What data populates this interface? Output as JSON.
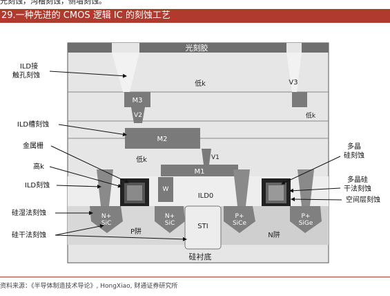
{
  "header": {
    "top_line": "光刻蚀，沟槽刻蚀，侧墙刻蚀。",
    "title": "29.一种先进的 CMOS 逻辑 IC 的刻蚀工艺"
  },
  "diagram": {
    "inner": {
      "photoresist": "光刻胶",
      "low_k_top": "低k",
      "v3": "V3",
      "low_k_right": "低k",
      "m3": "M3",
      "v2": "V2",
      "m2": "M2",
      "v1": "V1",
      "low_k_mid": "低k",
      "m1": "M1",
      "ild0": "ILD0",
      "w": "W",
      "sti": "STI",
      "p_well": "P阱",
      "n_well": "N阱",
      "substrate": "硅衬底",
      "nsic_left": [
        "N+",
        "SiC"
      ],
      "nsic_right": [
        "N+",
        "SiC"
      ],
      "psige_left": [
        "P+",
        "SiCe"
      ],
      "psige_right": [
        "P+",
        "SiGe"
      ]
    },
    "callouts_left": {
      "ild_contact_etch": [
        "ILD接",
        "触孔刻蚀"
      ],
      "ild_trench_etch": "ILD槽刻蚀",
      "metal_gate": "金属栅",
      "high_k": "高k",
      "ild_etch": "ILD刻蚀",
      "si_wet_etch": "硅湿法刻蚀",
      "si_dry_etch": "硅干法刻蚀"
    },
    "callouts_right": {
      "poly_etch": [
        "多晶",
        "硅刻蚀"
      ],
      "poly_dry_etch": [
        "多晶硅",
        "干法刻蚀"
      ],
      "spacer_etch": "空间层刻蚀"
    }
  },
  "footer": {
    "source": "资料来源：《半导体制造技术导论》, HongXiao, 财通证券研究所"
  }
}
